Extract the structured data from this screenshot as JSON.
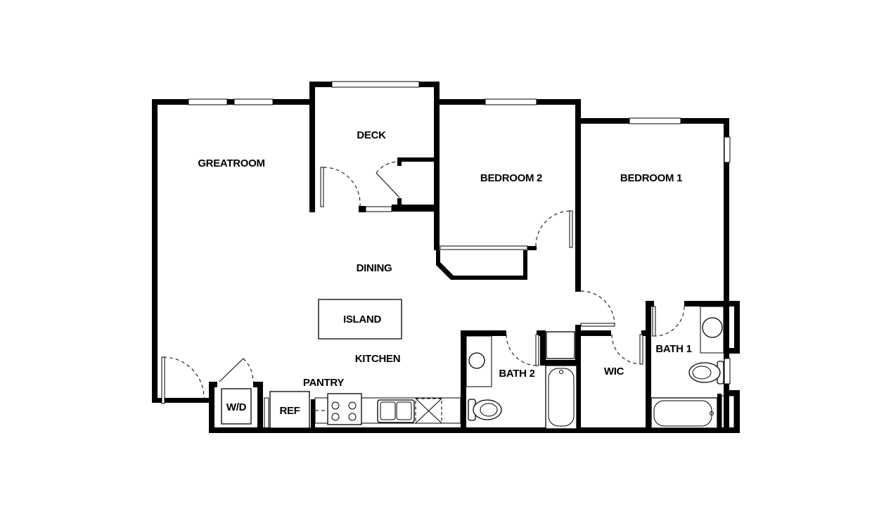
{
  "floor_plan": {
    "colors": {
      "wall": "#000000",
      "background": "#ffffff"
    },
    "rooms": {
      "greatroom": "GREATROOM",
      "deck": "DECK",
      "bedroom2": "BEDROOM 2",
      "bedroom1": "BEDROOM 1",
      "dining": "DINING",
      "island": "ISLAND",
      "kitchen": "KITCHEN",
      "pantry": "PANTRY",
      "wd": "W/D",
      "ref": "REF",
      "bath2": "BATH 2",
      "wic": "WIC",
      "bath1": "BATH 1"
    }
  }
}
